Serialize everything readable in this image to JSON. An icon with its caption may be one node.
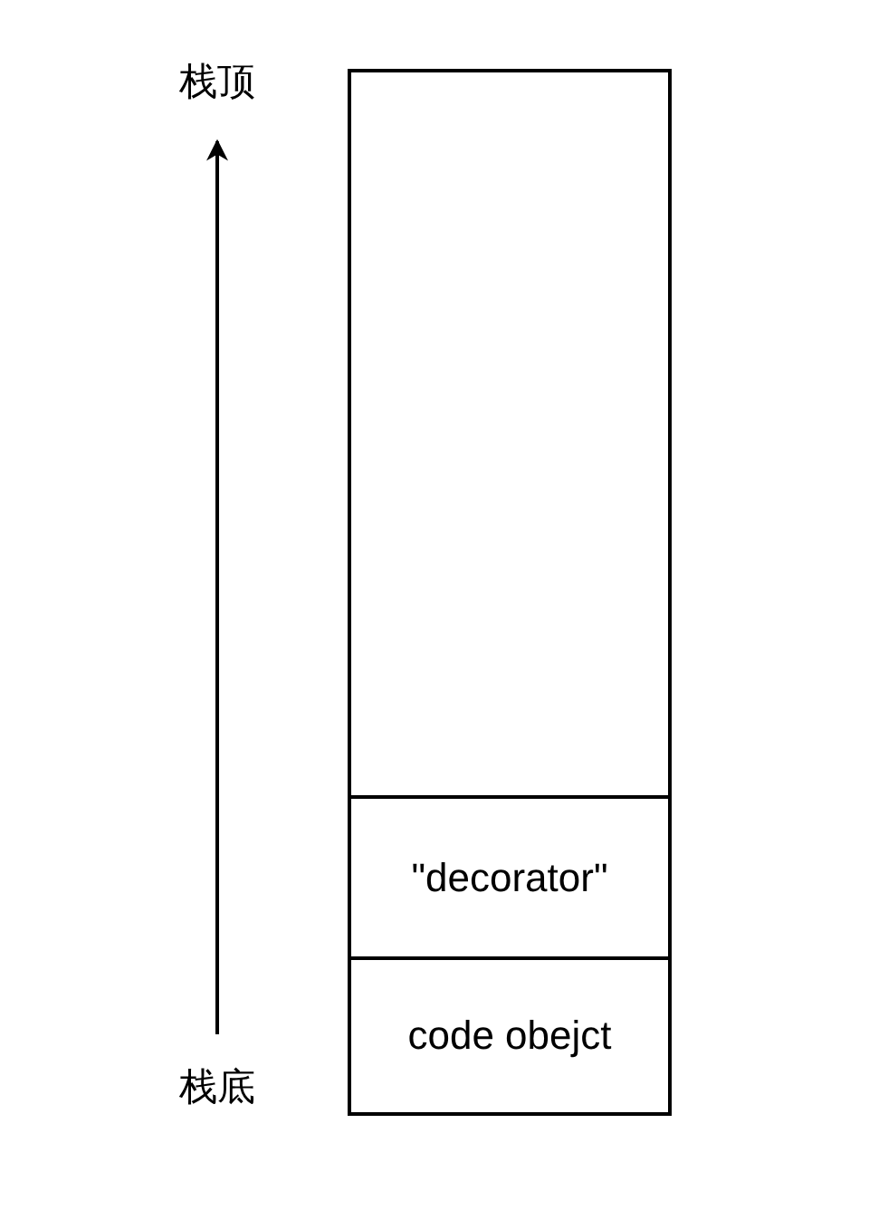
{
  "diagram": {
    "nodes": [
      {
        "text": [
          "栈顶"
        ]
      },
      {
        "text": [],
        "shape": "box"
      },
      {
        "text": [
          "\"decorator\""
        ],
        "in": 1
      },
      {
        "text": [
          "code obejct"
        ],
        "in": 1
      },
      {
        "text": [
          "栈底"
        ]
      }
    ],
    "edges": [
      {
        "from": 4,
        "to": 0,
        "arrow": "to"
      }
    ]
  }
}
